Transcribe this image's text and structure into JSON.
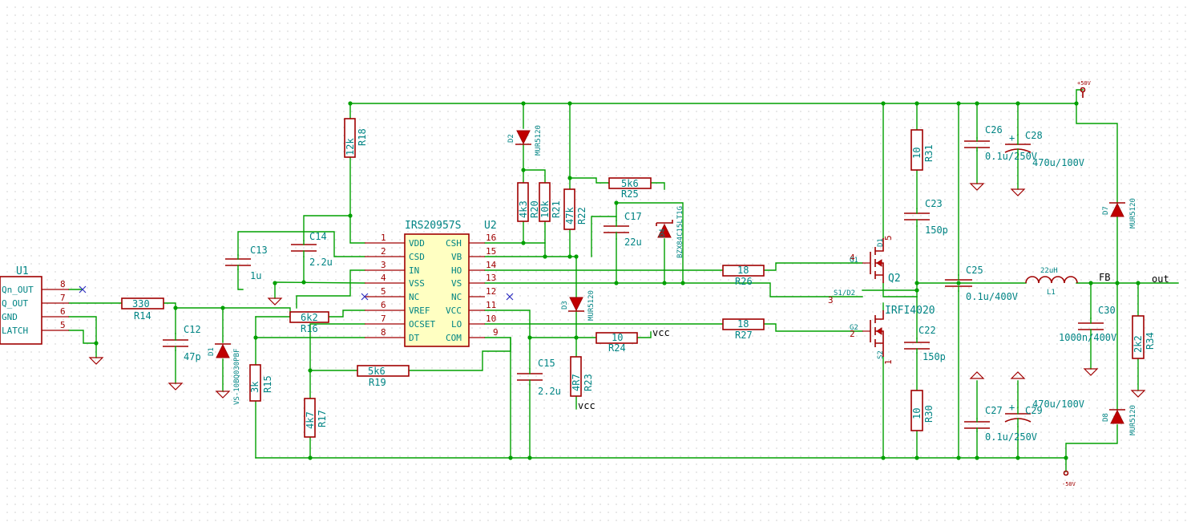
{
  "ics": {
    "u1": {
      "ref": "U1",
      "pins": [
        {
          "num": "8",
          "name": "Qn_OUT"
        },
        {
          "num": "7",
          "name": "Q_OUT"
        },
        {
          "num": "6",
          "name": "GND"
        },
        {
          "num": "5",
          "name": "LATCH"
        }
      ]
    },
    "u2": {
      "ref": "U2",
      "value": "IRS20957S",
      "left": [
        {
          "num": "1",
          "name": "VDD"
        },
        {
          "num": "2",
          "name": "CSD"
        },
        {
          "num": "3",
          "name": "IN"
        },
        {
          "num": "4",
          "name": "VSS"
        },
        {
          "num": "5",
          "name": "NC"
        },
        {
          "num": "6",
          "name": "VREF"
        },
        {
          "num": "7",
          "name": "OCSET"
        },
        {
          "num": "8",
          "name": "DT"
        }
      ],
      "right": [
        {
          "num": "16",
          "name": "CSH"
        },
        {
          "num": "15",
          "name": "VB"
        },
        {
          "num": "14",
          "name": "HO"
        },
        {
          "num": "13",
          "name": "VS"
        },
        {
          "num": "12",
          "name": "NC"
        },
        {
          "num": "11",
          "name": "VCC"
        },
        {
          "num": "10",
          "name": "LO"
        },
        {
          "num": "9",
          "name": "COM"
        }
      ]
    },
    "q2": {
      "ref": "Q2",
      "value": "IRFI4020",
      "pins": {
        "g1": "G1",
        "g2": "G2",
        "d1": "D1",
        "s2": "S2",
        "s1d2": "S1/D2",
        "n4": "4",
        "n2": "2",
        "n5": "5",
        "n3": "3",
        "n1": "1"
      }
    }
  },
  "resistors": {
    "r14": {
      "ref": "R14",
      "value": "330"
    },
    "r15": {
      "ref": "R15",
      "value": "3k"
    },
    "r16": {
      "ref": "R16",
      "value": "6k2"
    },
    "r17": {
      "ref": "R17",
      "value": "4k7"
    },
    "r18": {
      "ref": "R18",
      "value": "12k"
    },
    "r19": {
      "ref": "R19",
      "value": "5k6"
    },
    "r20": {
      "ref": "R20",
      "value": "4k3"
    },
    "r21": {
      "ref": "R21",
      "value": "10k"
    },
    "r22": {
      "ref": "R22",
      "value": "47k"
    },
    "r23": {
      "ref": "R23",
      "value": "4R7"
    },
    "r24": {
      "ref": "R24",
      "value": "10"
    },
    "r25": {
      "ref": "R25",
      "value": "5k6"
    },
    "r26": {
      "ref": "R26",
      "value": "18"
    },
    "r27": {
      "ref": "R27",
      "value": "18"
    },
    "r30": {
      "ref": "R30",
      "value": "10"
    },
    "r31": {
      "ref": "R31",
      "value": "10"
    },
    "r34": {
      "ref": "R34",
      "value": "2k2"
    }
  },
  "capacitors": {
    "c12": {
      "ref": "C12",
      "value": "47p"
    },
    "c13": {
      "ref": "C13",
      "value": "1u"
    },
    "c14": {
      "ref": "C14",
      "value": "2.2u"
    },
    "c15": {
      "ref": "C15",
      "value": "2.2u"
    },
    "c17": {
      "ref": "C17",
      "value": "22u"
    },
    "c22": {
      "ref": "C22",
      "value": "150p"
    },
    "c23": {
      "ref": "C23",
      "value": "150p"
    },
    "c25": {
      "ref": "C25",
      "value": "0.1u/400V"
    },
    "c26": {
      "ref": "C26",
      "value": "0.1u/250V"
    },
    "c27": {
      "ref": "C27",
      "value": "0.1u/250V"
    },
    "c28": {
      "ref": "C28",
      "value": "470u/100V"
    },
    "c29": {
      "ref": "C29",
      "value": "470u/100V"
    },
    "c30": {
      "ref": "C30",
      "value": "1000n/400V"
    }
  },
  "diodes": {
    "d1": {
      "ref": "D1",
      "value": "VS-10BQ030PBF"
    },
    "d2": {
      "ref": "D2",
      "value": "MUR5120"
    },
    "d3": {
      "ref": "D3",
      "value": "MUR5120"
    },
    "d4": {
      "ref": "D4",
      "value": "BZX84C15LT1G"
    },
    "d7": {
      "ref": "D7",
      "value": "MUR5120"
    },
    "d8": {
      "ref": "D8",
      "value": "MUR5120"
    }
  },
  "inductors": {
    "l1": {
      "ref": "L1",
      "value": "22uH"
    }
  },
  "nets": {
    "vcc_r24": "vcc",
    "vcc_r23": "vcc",
    "fb": "FB",
    "out": "out",
    "p50": "+50V",
    "n50": "-50V"
  },
  "colors": {
    "wire": "#00a000",
    "component": "#a00000",
    "label": "#008484",
    "ic_fill": "#ffffc2",
    "no_connect": "#3030c0"
  }
}
